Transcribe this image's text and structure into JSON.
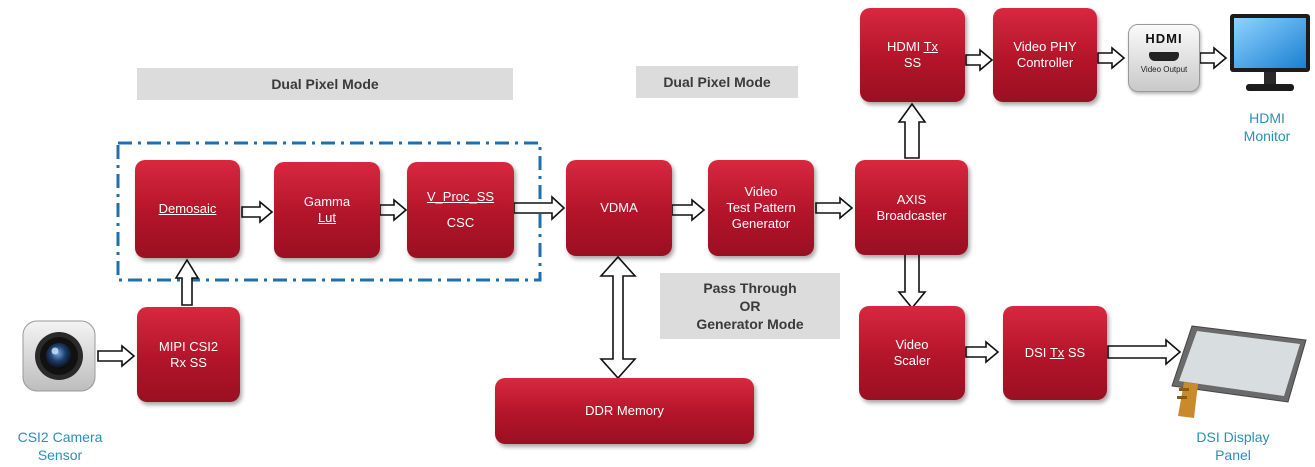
{
  "modes": {
    "dual_pixel_left": "Dual Pixel Mode",
    "dual_pixel_right": "Dual Pixel Mode",
    "pass_through_l1": "Pass Through",
    "pass_through_l2": "OR",
    "pass_through_l3": "Generator Mode"
  },
  "blocks": {
    "demosaic": "Demosaic",
    "gamma_l1": "Gamma",
    "gamma_l2": "Lut",
    "vproc_l1": "V_Proc_SS",
    "vproc_l2": "CSC",
    "mipi_l1": "MIPI CSI2",
    "mipi_l2": "Rx SS",
    "vdma": "VDMA",
    "tpg_l1": "Video",
    "tpg_l2": "Test Pattern",
    "tpg_l3": "Generator",
    "axis_l1": "AXIS",
    "axis_l2": "Broadcaster",
    "hdmi_tx_l1a": "HDMI ",
    "hdmi_tx_l1b": "Tx",
    "hdmi_tx_l2": "SS",
    "phy_l1": "Video PHY",
    "phy_l2": "Controller",
    "scaler_l1": "Video",
    "scaler_l2": "Scaler",
    "dsi_a": "DSI ",
    "dsi_b": "Tx",
    "dsi_c": " SS",
    "ddr": "DDR Memory"
  },
  "devices": {
    "hdmi_logo": "HDMI",
    "hdmi_output": "Video Output",
    "camera_icon": "camera-icon",
    "monitor_icon": "monitor-icon",
    "panel_icon": "display-panel-icon"
  },
  "captions": {
    "camera_l1": "CSI2 Camera",
    "camera_l2": "Sensor",
    "monitor_l1": "HDMI",
    "monitor_l2": "Monitor",
    "panel_l1": "DSI Display",
    "panel_l2": "Panel"
  },
  "colors": {
    "block": "#b3142a",
    "caption": "#2a8fb8",
    "dashed_box": "#1f6fad",
    "mode_bg": "#dcdcdc"
  }
}
